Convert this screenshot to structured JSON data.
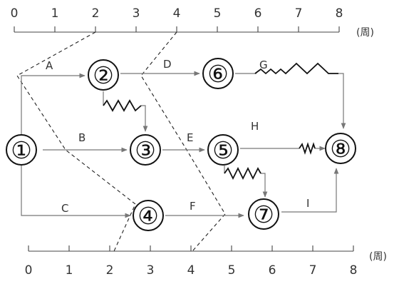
{
  "top_axis": {
    "ticks": [
      "0",
      "1",
      "2",
      "3",
      "4",
      "5",
      "6",
      "7",
      "8"
    ],
    "unit": "(周)"
  },
  "bottom_axis": {
    "ticks": [
      "0",
      "1",
      "2",
      "3",
      "4",
      "5",
      "6",
      "7",
      "8"
    ],
    "unit": "(周)"
  },
  "nodes": [
    {
      "id": "1",
      "label": "①"
    },
    {
      "id": "2",
      "label": "②"
    },
    {
      "id": "3",
      "label": "③"
    },
    {
      "id": "4",
      "label": "④"
    },
    {
      "id": "5",
      "label": "⑤"
    },
    {
      "id": "6",
      "label": "⑥"
    },
    {
      "id": "7",
      "label": "⑦"
    },
    {
      "id": "8",
      "label": "⑧"
    }
  ],
  "activities": [
    {
      "id": "A",
      "label": "A",
      "from": "1",
      "to": "2"
    },
    {
      "id": "B",
      "label": "B",
      "from": "1",
      "to": "3"
    },
    {
      "id": "C",
      "label": "C",
      "from": "1",
      "to": "4"
    },
    {
      "id": "D",
      "label": "D",
      "from": "2",
      "to": "6"
    },
    {
      "id": "E",
      "label": "E",
      "from": "3",
      "to": "5"
    },
    {
      "id": "F",
      "label": "F",
      "from": "4",
      "to": "7"
    },
    {
      "id": "G",
      "label": "G",
      "from": "6",
      "to": "8"
    },
    {
      "id": "H",
      "label": "H",
      "from": "5",
      "to": "8"
    },
    {
      "id": "I",
      "label": "I",
      "from": "7",
      "to": "8"
    }
  ],
  "colors": {
    "line": "#777777",
    "wave": "#111111",
    "check_line": "#222222",
    "text": "#333333"
  }
}
